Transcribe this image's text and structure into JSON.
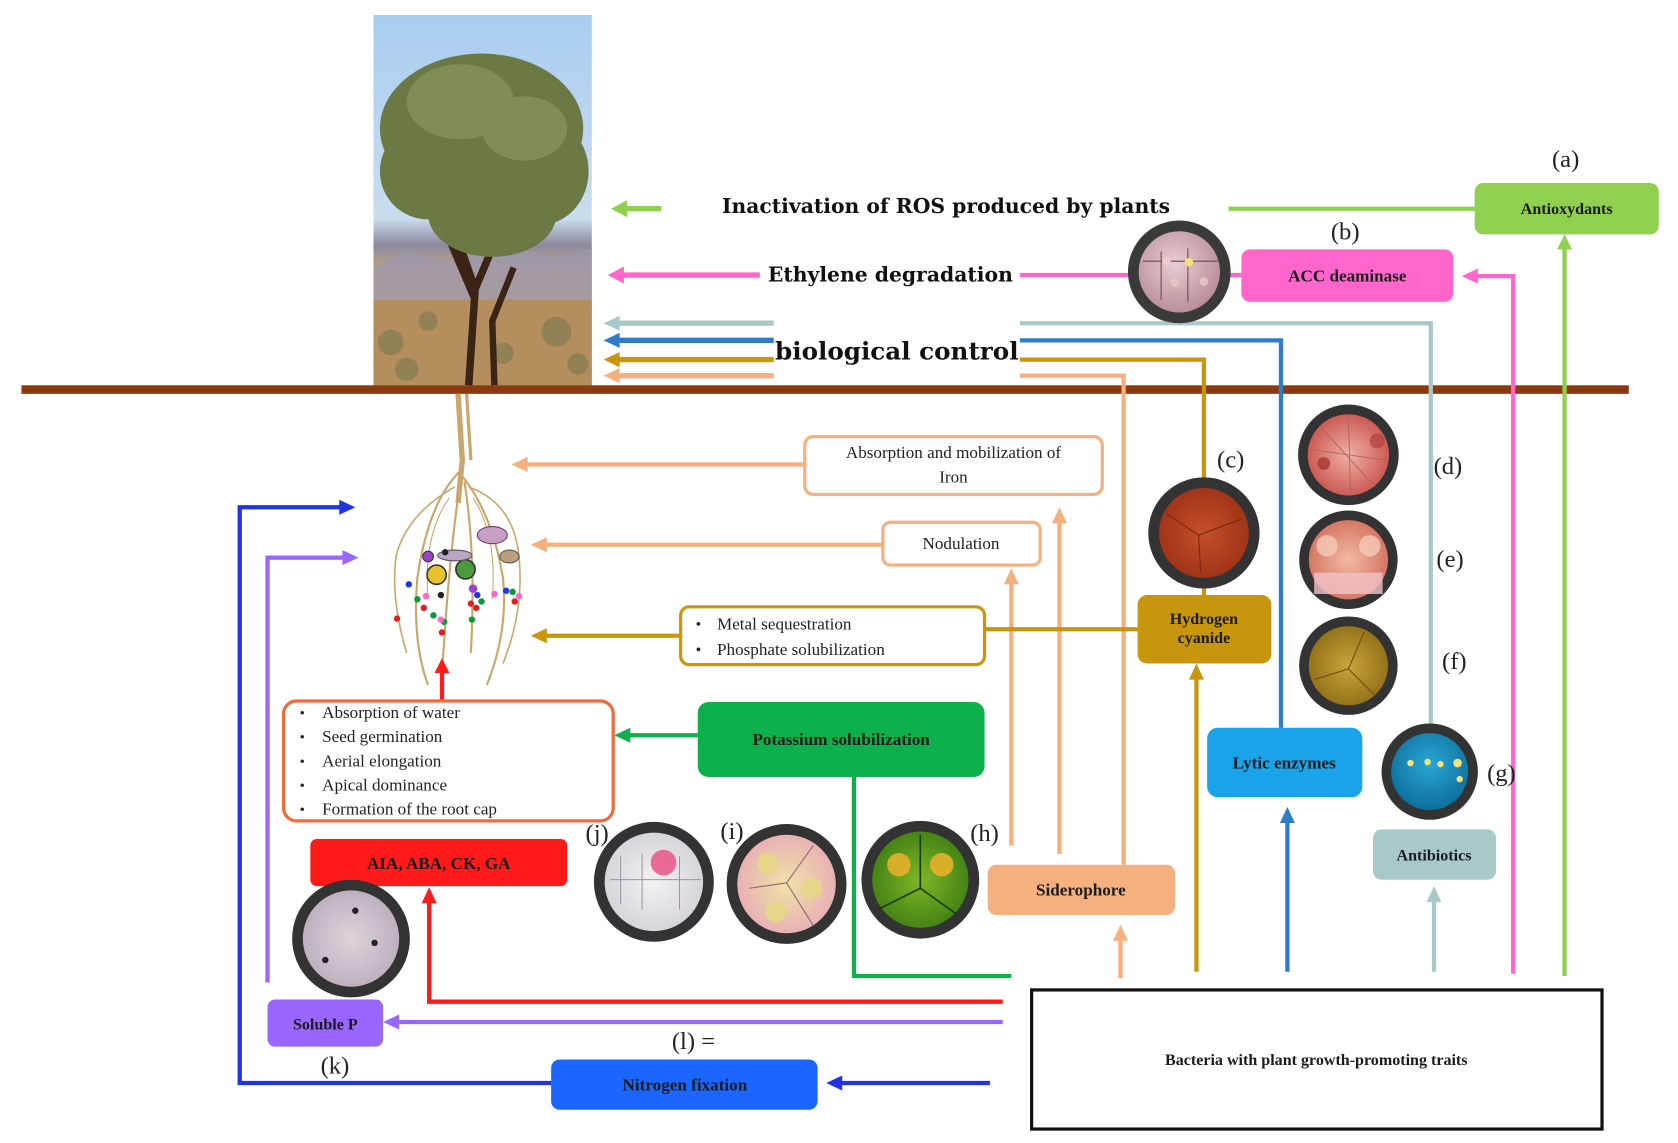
{
  "figure": {
    "ground_color": "#8b3a0f",
    "top_effects": {
      "ros": "Inactivation of ROS produced by plants",
      "ethylene": "Ethylene degradation",
      "biocontrol": "biological control"
    },
    "traits": {
      "antioxydants": {
        "label": "Antioxydants",
        "tag": "(a)",
        "color": "#8fd14f"
      },
      "acc": {
        "label": "ACC deaminase",
        "tag": "(b)",
        "color": "#ff66cc"
      },
      "hcn": {
        "label_line1": "Hydrogen",
        "label_line2": "cyanide",
        "tag": "(c)",
        "color": "#c8960c"
      },
      "lytic": {
        "label": "Lytic  enzymes",
        "color": "#1aa3e8"
      },
      "antibiotics": {
        "label": "Antibiotics",
        "tag": "(g)",
        "color": "#a9c9c9"
      },
      "siderophore": {
        "label": "Siderophore",
        "tag": "(h)",
        "color": "#f5b07f"
      },
      "potassium": {
        "label": "Potassium  solubilization",
        "color": "#0db14b"
      },
      "hormones": {
        "label": "AIA, ABA, CK, GA",
        "color": "#ff1a1a"
      },
      "soluble_p": {
        "label": "Soluble  P",
        "tag": "(k)",
        "color": "#9966ff"
      },
      "nitrogen": {
        "label": "Nitrogen fixation",
        "tag": "(l) =",
        "color": "#1a66ff"
      }
    },
    "dish_tags": {
      "d": "(d)",
      "e": "(e)",
      "f": "(f)",
      "i": "(i)",
      "j": "(j)"
    },
    "effects_below": {
      "iron_line1": "Absorption  and mobilization  of",
      "iron_line2": "Iron",
      "nodulation": "Nodulation",
      "metal": [
        "Metal  sequestration",
        "Phosphate  solubilization"
      ],
      "hormone_effects": [
        "Absorption  of water",
        "Seed germination",
        "Aerial  elongation",
        "Apical  dominance",
        "Formation  of the root cap"
      ]
    },
    "bacteria": "Bacteria with plant growth-promoting traits",
    "bullet": "•"
  }
}
